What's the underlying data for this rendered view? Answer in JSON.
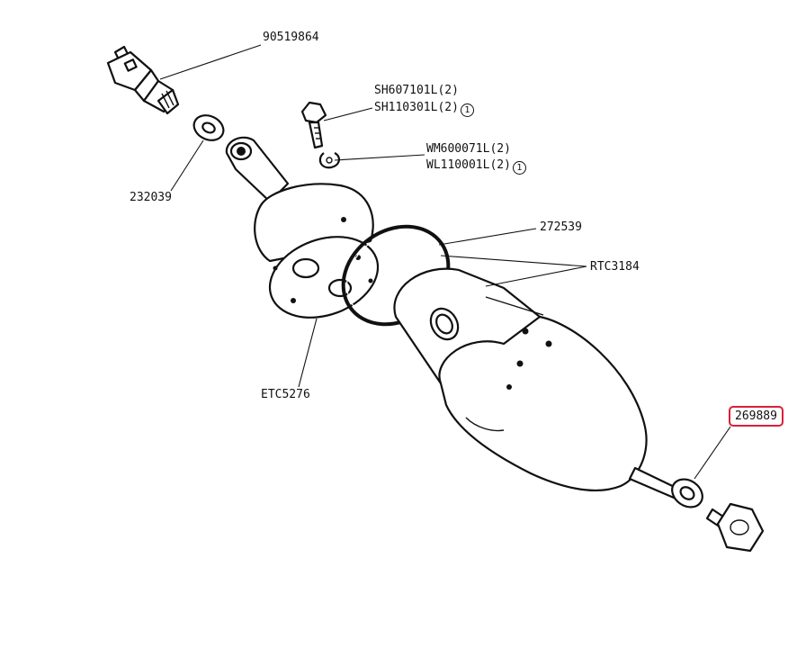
{
  "diagram": {
    "labels": {
      "sensor": "90519864",
      "bolt_a": "SH607101L(2)",
      "bolt_b": "SH110301L(2)",
      "bolt_b_note": "1",
      "washer_a": "WM600071L(2)",
      "washer_b": "WL110001L(2)",
      "washer_b_note": "1",
      "washer_small": "232039",
      "oring": "272539",
      "kit": "RTC3184",
      "endplate": "ETC5276",
      "shaft_seal": "269889"
    },
    "highlighted_part": "269889",
    "colors": {
      "line": "#111111",
      "highlight_border": "#d9203a",
      "background": "#ffffff"
    }
  }
}
